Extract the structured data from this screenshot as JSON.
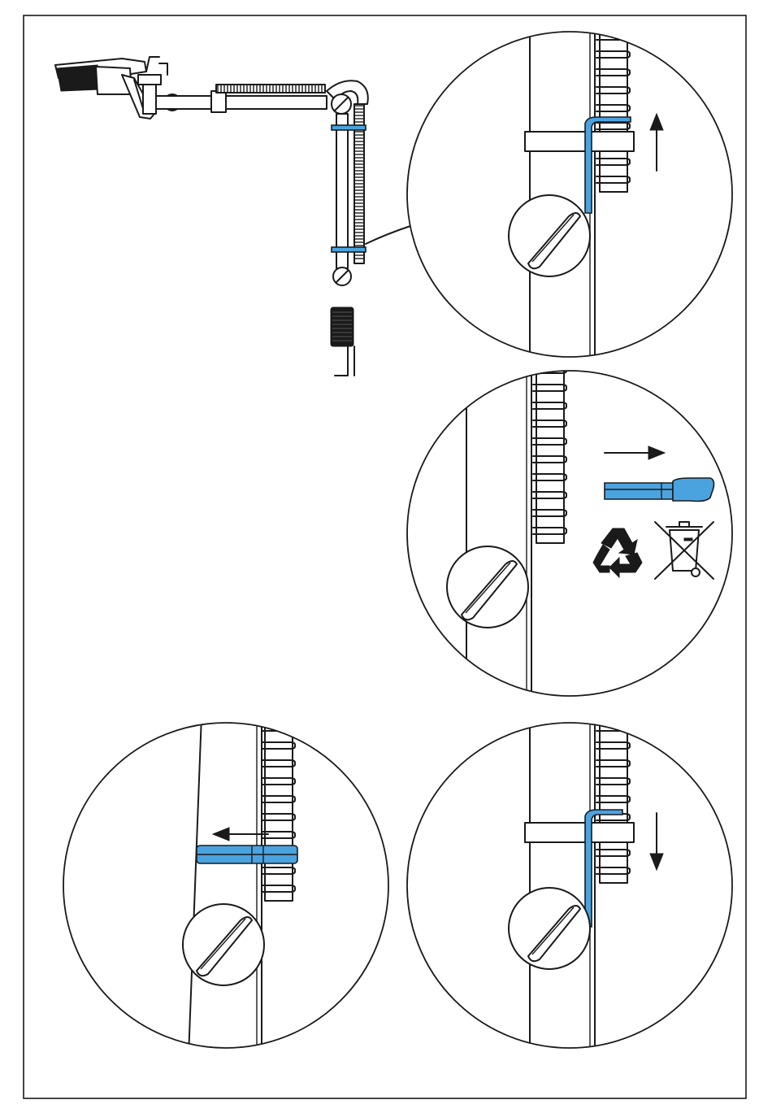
{
  "colors": {
    "line": "#1a1a1a",
    "background": "#ffffff",
    "clip_blue": "#4aa3df"
  },
  "icons": {
    "recycle": "recycle-icon",
    "weee": "crossed-out-wheelie-bin-icon",
    "arrow_up": "arrow-up-icon",
    "arrow_down": "arrow-down-icon",
    "arrow_right": "arrow-right-icon",
    "arrow_left": "arrow-left-icon"
  },
  "steps": [
    {
      "id": "overview",
      "icon": "light-arm-overview"
    },
    {
      "id": "step-1",
      "action": "slide-up",
      "icon": "arrow-up-icon"
    },
    {
      "id": "step-2",
      "action": "remove-and-recycle",
      "icon": "arrow-right-icon"
    },
    {
      "id": "step-3",
      "action": "fit-new-clip",
      "icon": "arrow-left-icon"
    },
    {
      "id": "step-4",
      "action": "slide-down",
      "icon": "arrow-down-icon"
    }
  ]
}
